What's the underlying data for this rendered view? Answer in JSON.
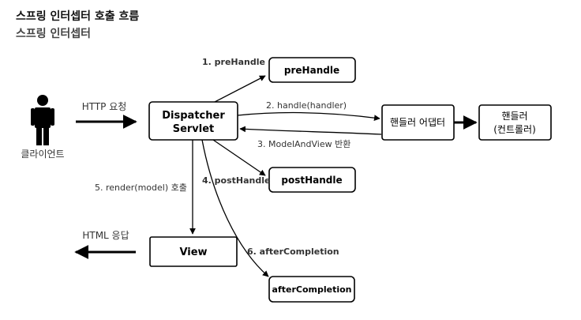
{
  "header": {
    "title": "스프링 인터셉터 호출 흐름",
    "subtitle": "스프링 인터셉터"
  },
  "nodes": {
    "client": "클라이언트",
    "dispatcher_line1": "Dispatcher",
    "dispatcher_line2": "Servlet",
    "prehandle": "preHandle",
    "posthandle": "postHandle",
    "handler_adapter": "핸들러 어댑터",
    "handler_line1": "핸들러",
    "handler_line2": "(컨트롤러)",
    "view": "View",
    "aftercompletion": "afterCompletion"
  },
  "edges": {
    "http_request": "HTTP 요청",
    "step1": "1. preHandle",
    "step2": "2. handle(handler)",
    "step3": "3. ModelAndView 반환",
    "step4": "4. postHandle",
    "step5": "5. render(model) 호출",
    "step6": "6. afterCompletion",
    "html_response": "HTML 응답"
  }
}
